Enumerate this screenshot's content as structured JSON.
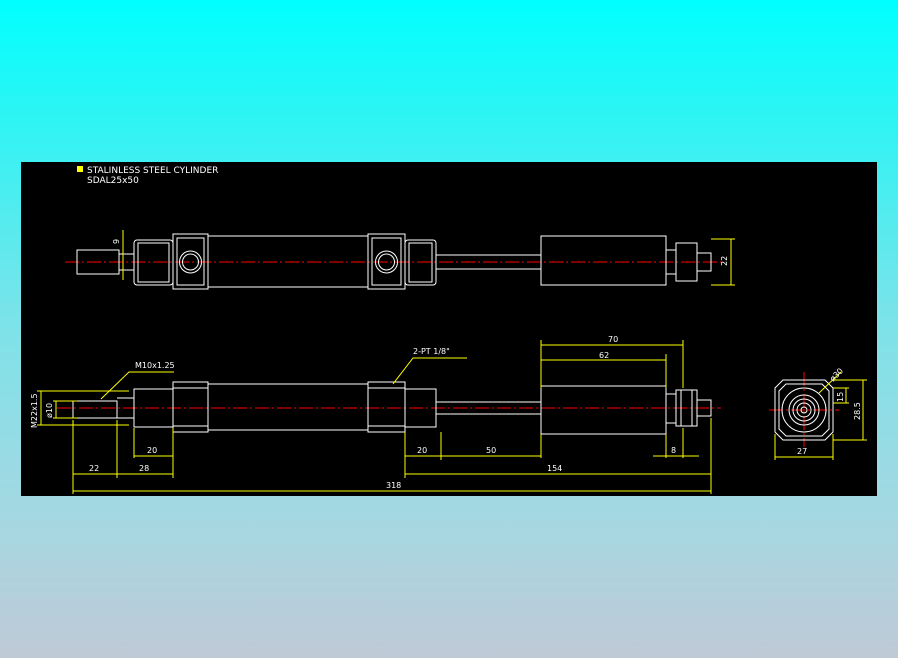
{
  "title_block": {
    "bullet_color": "#ffff00",
    "title": "STALINLESS STEEL CYLINDER",
    "model": "SDAL25x50"
  },
  "colors": {
    "background_top": "#00ffff",
    "panel": "#000000",
    "outline": "#ffffff",
    "dimension": "#ffff00",
    "centerline": "#ff0000"
  },
  "top_view": {
    "dim_rod_end": "9",
    "dim_height": "22"
  },
  "side_view": {
    "thread_label": "M10x1.25",
    "port_label": "2-PT 1/8\"",
    "dim_thread_dia": "M22x1.5",
    "dim_rod_dia": "ø10",
    "dim_70": "70",
    "dim_62": "62",
    "dim_20_left": "20",
    "dim_22": "22",
    "dim_28": "28",
    "dim_20_right": "20",
    "dim_50": "50",
    "dim_8": "8",
    "dim_154": "154",
    "dim_318": "318"
  },
  "end_view": {
    "dim_bore": "ø30",
    "dim_15": "15",
    "dim_28_5": "28.5",
    "dim_27": "27"
  }
}
